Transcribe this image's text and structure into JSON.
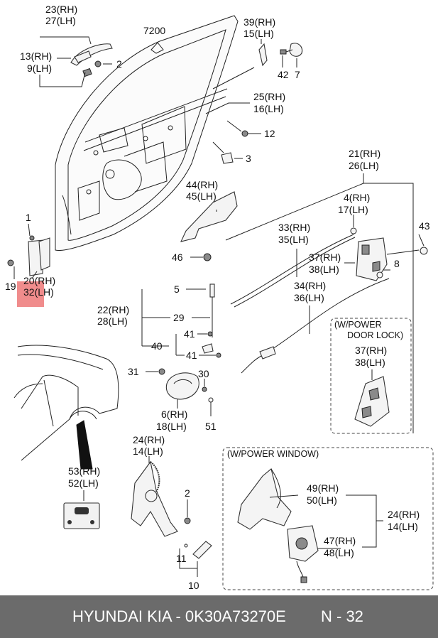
{
  "diagram": {
    "labels": {
      "l23": "23(RH)",
      "l27": "27(LH)",
      "l13": "13(RH)",
      "l9": "9(LH)",
      "l2a": "2",
      "l7200": "7200",
      "l39": "39(RH)",
      "l15": "15(LH)",
      "l42": "42",
      "l7": "7",
      "l25": "25(RH)",
      "l16": "16(LH)",
      "l12": "12",
      "l3": "3",
      "l21": "21(RH)",
      "l26": "26(LH)",
      "l44": "44(RH)",
      "l45": "45(LH)",
      "l46": "46",
      "l4": "4(RH)",
      "l17": "17(LH)",
      "l43": "43",
      "l33": "33(RH)",
      "l35": "35(LH)",
      "l37a": "37(RH)",
      "l38a": "38(LH)",
      "l8": "8",
      "l1": "1",
      "l19": "19",
      "l20": "20(RH)",
      "l32": "32(LH)",
      "l5": "5",
      "l22": "22(RH)",
      "l28": "28(LH)",
      "l29": "29",
      "l34": "34(RH)",
      "l36": "36(LH)",
      "l41a": "41",
      "l40": "40",
      "l41b": "41",
      "powerlock1": "(W/POWER",
      "powerlock2": "DOOR LOCK)",
      "l37b": "37(RH)",
      "l38b": "38(LH)",
      "l31": "31",
      "l30": "30",
      "l6": "6(RH)",
      "l18": "18(LH)",
      "l51": "51",
      "l53": "53(RH)",
      "l52": "52(LH)",
      "l24a": "24(RH)",
      "l14a": "14(LH)",
      "l2b": "2",
      "l11": "11",
      "l10": "10",
      "powerwindow": "(W/POWER WINDOW)",
      "l49": "49(RH)",
      "l50": "50(LH)",
      "l24b": "24(RH)",
      "l14b": "14(LH)",
      "l47": "47(RH)",
      "l48": "48(LH)"
    },
    "highlight_color": "#f08c8c"
  },
  "footer": {
    "brand": "HYUNDAI  KIA - 0K30A73270E",
    "page_no": "N - 32",
    "background": "#6b6b6b"
  }
}
